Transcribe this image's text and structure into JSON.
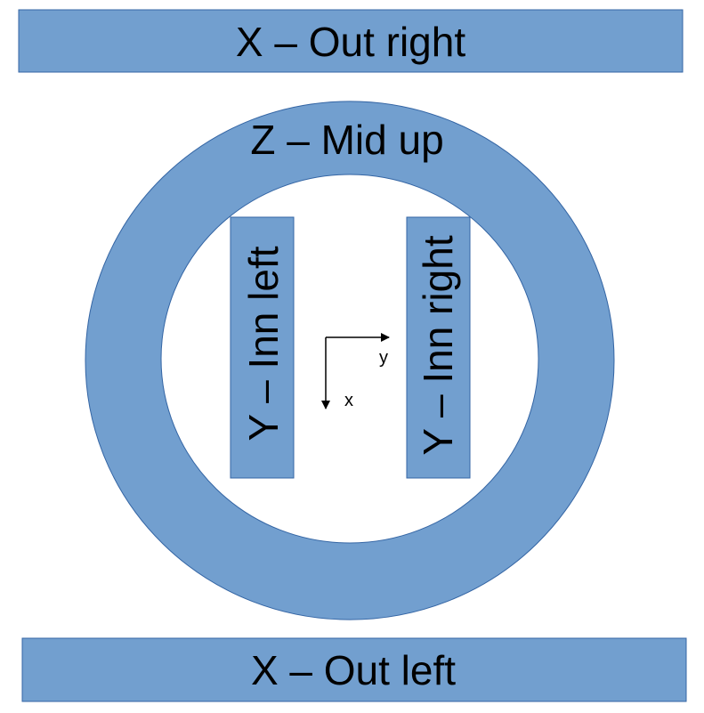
{
  "colors": {
    "shape_fill": "#729fcf",
    "shape_stroke": "#3465a4",
    "background": "#ffffff",
    "text": "#000000",
    "axis": "#000000"
  },
  "labels": {
    "top_bar": "X – Out right",
    "bottom_bar": "X – Out left",
    "ring": "Z – Mid up",
    "inner_left": "Y – Inn left",
    "inner_right": "Y – Inn right"
  },
  "axes": {
    "horizontal_label": "y",
    "vertical_label": "x"
  }
}
